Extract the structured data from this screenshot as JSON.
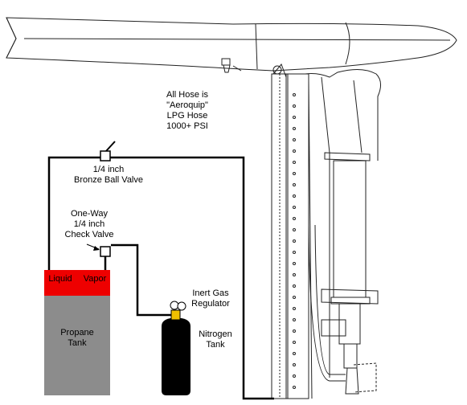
{
  "notes": {
    "hose_line1": "All Hose is",
    "hose_line2": "\"Aeroquip\"",
    "hose_line3": "LPG Hose",
    "hose_line4": "1000+ PSI"
  },
  "ball_valve": {
    "line1": "1/4 inch",
    "line2": "Bronze Ball Valve"
  },
  "check_valve": {
    "line1": "One-Way",
    "line2": "1/4 inch",
    "line3": "Check Valve"
  },
  "regulator": {
    "line1": "Inert Gas",
    "line2": "Regulator"
  },
  "nitrogen_tank": {
    "line1": "Nitrogen",
    "line2": "Tank"
  },
  "propane_tank": {
    "liquid": "Liquid",
    "vapor": "Vapor",
    "line1": "Propane",
    "line2": "Tank"
  },
  "colors": {
    "propane_top": "#ee0000",
    "propane_body": "#8c8c8c",
    "nitrogen_body": "#000000",
    "regulator_yellow": "#f0c000",
    "hose": "#000000"
  }
}
